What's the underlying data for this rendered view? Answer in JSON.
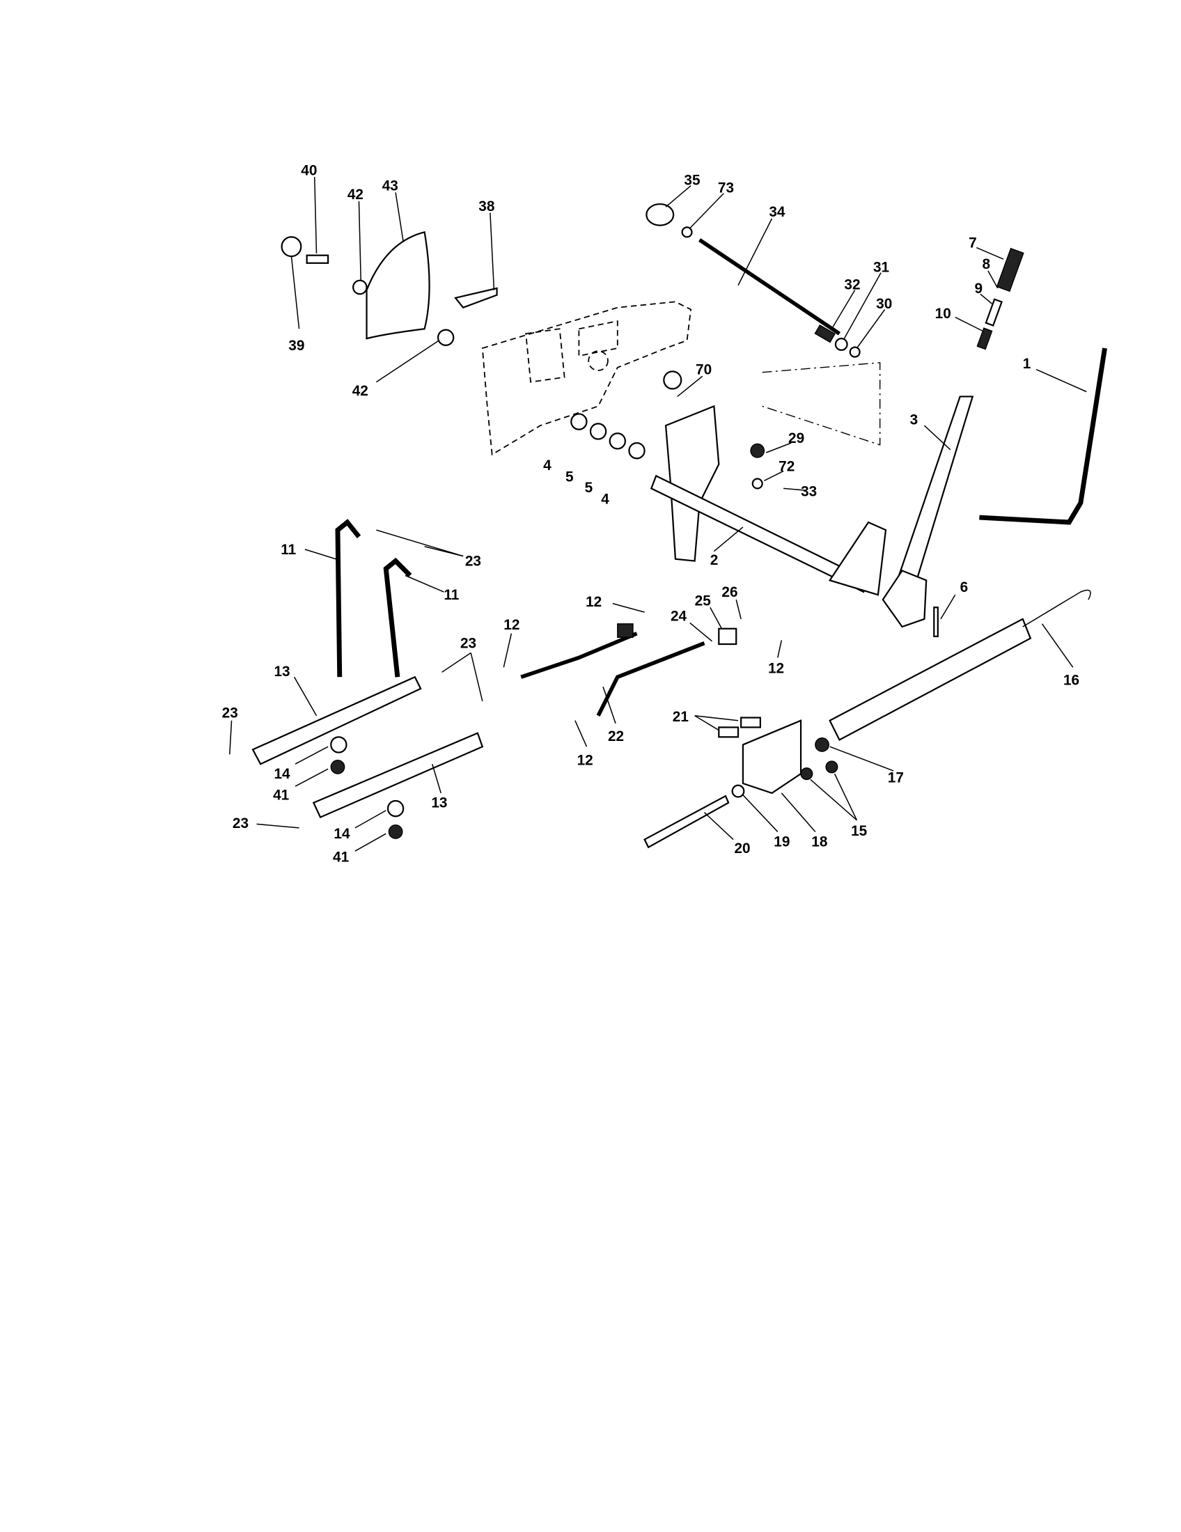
{
  "diagram": {
    "type": "exploded parts diagram",
    "callouts": [
      "40",
      "42",
      "43",
      "38",
      "39",
      "42",
      "35",
      "73",
      "34",
      "7",
      "8",
      "9",
      "10",
      "31",
      "32",
      "30",
      "1",
      "3",
      "70",
      "29",
      "72",
      "33",
      "4",
      "5",
      "5",
      "4",
      "2",
      "6",
      "11",
      "23",
      "11",
      "12",
      "12",
      "24",
      "25",
      "26",
      "12",
      "16",
      "13",
      "23",
      "23",
      "22",
      "12",
      "21",
      "14",
      "41",
      "13",
      "17",
      "15",
      "23",
      "14",
      "41",
      "20",
      "19",
      "18"
    ]
  }
}
